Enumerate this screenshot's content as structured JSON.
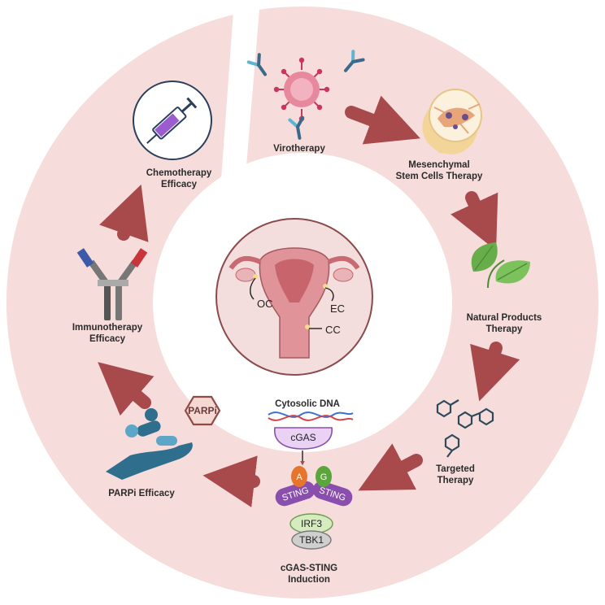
{
  "stages": {
    "virotherapy": "Virotherapy",
    "msc_line1": "Mesenchymal",
    "msc_line2": "Stem Cells  Therapy",
    "natural_line1": "Natural Products",
    "natural_line2": "Therapy",
    "targeted_line1": "Targeted",
    "targeted_line2": "Therapy",
    "cgas_line1": "cGAS-STING",
    "cgas_line2": "Induction",
    "parpi": "PARPi Efficacy",
    "immuno_line1": "Immunotherapy",
    "immuno_line2": "Efficacy",
    "chemo_line1": "Chemotherapy",
    "chemo_line2": "Efficacy"
  },
  "pathway": {
    "cytosolic_dna": "Cytosolic DNA",
    "cgas": "cGAS",
    "a": "A",
    "g": "G",
    "sting_left": "STING",
    "sting_right": "STING",
    "irf3": "IRF3",
    "tbk1": "TBK1"
  },
  "parpi_badge": "PARPi",
  "organ_labels": {
    "oc": "OC",
    "ec": "EC",
    "cc": "CC"
  },
  "colors": {
    "ring": "#f6dcdb",
    "arrow": "#a84a4c",
    "sting": "#8a4fae",
    "cgas": "#d8b6e6",
    "a_node": "#e6762e",
    "g_node": "#5aa63c",
    "irf3": "#d6ecc0",
    "tbk1": "#cfcfcf",
    "uterus_bg": "#f3dddd"
  }
}
